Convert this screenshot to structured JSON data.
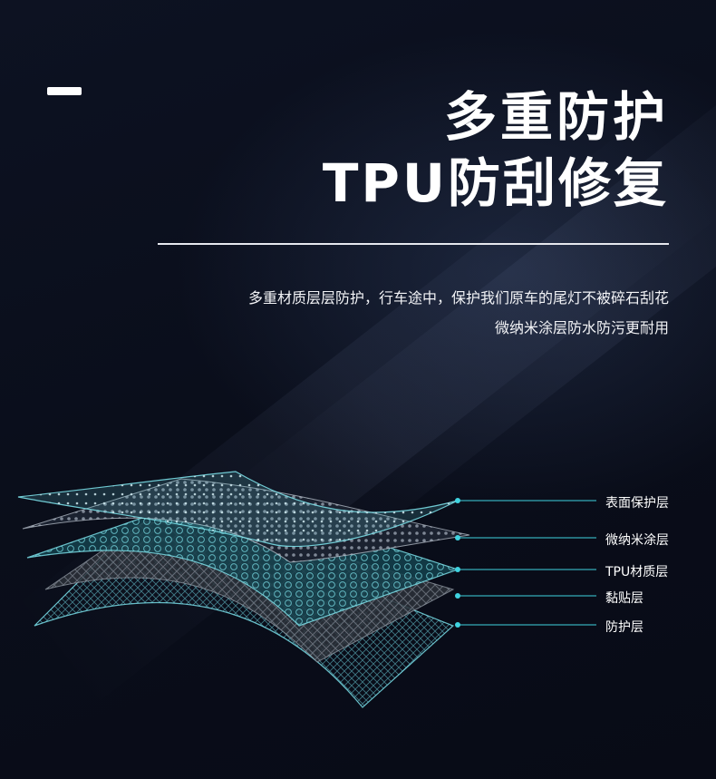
{
  "heading": {
    "line1": "多重防护",
    "line2": "TPU防刮修复"
  },
  "description": {
    "line1": "多重材质层层防护，行车途中，保护我们原车的尾灯不被碎石刮花",
    "line2": "微纳米涂层防水防污更耐用"
  },
  "layers": [
    {
      "label": "表面保护层"
    },
    {
      "label": "微纳米涂层"
    },
    {
      "label": "TPU材质层"
    },
    {
      "label": "黏贴层"
    },
    {
      "label": "防护层"
    }
  ],
  "colors": {
    "background": "#0b0f1c",
    "accent": "#3fd3e0",
    "text": "#ffffff"
  }
}
